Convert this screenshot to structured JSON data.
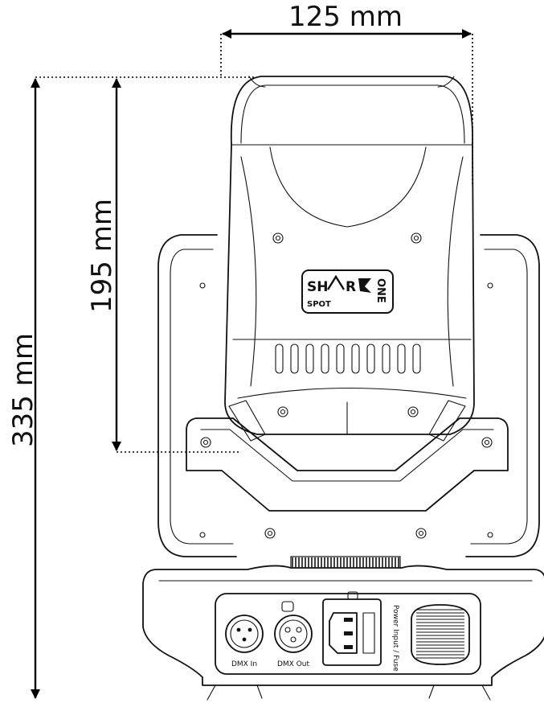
{
  "dimensions": {
    "width_label": "125 mm",
    "inner_height_label": "195 mm",
    "total_height_label": "335 mm"
  },
  "logo": {
    "brand_top": "SH",
    "brand_mid": "R",
    "brand_bottom": "SPOT",
    "brand_side": "ONE"
  },
  "panel": {
    "dmx_in_label": "DMX In",
    "dmx_out_label": "DMX Out",
    "power_label": "Power Input / Fuse"
  },
  "colors": {
    "line": "#111111",
    "background": "#ffffff"
  }
}
